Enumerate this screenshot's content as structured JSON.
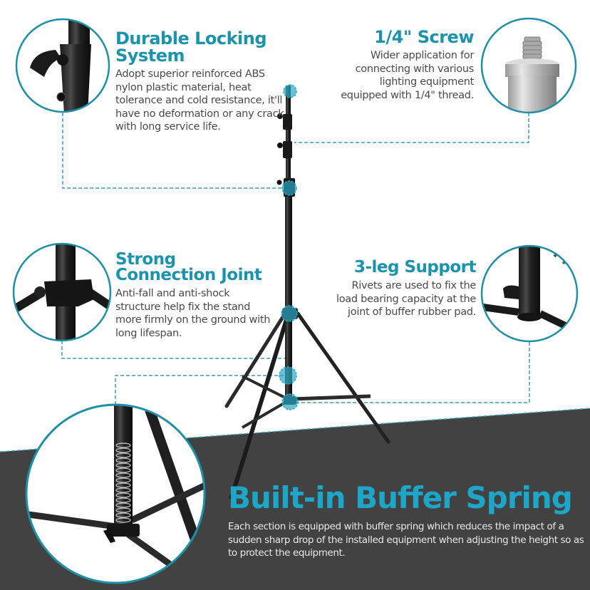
{
  "colors": {
    "accent_teal": "#1b93ad",
    "accent_teal_on_dark": "#1ea6c9",
    "dark_floor": "#424242",
    "body_text": "#4a4a4a",
    "body_text_on_dark": "#e8e8e8",
    "background": "#ffffff"
  },
  "features": {
    "locking": {
      "title": "Durable Locking System",
      "description": "Adopt superior reinforced ABS nylon plastic material, heat tolerance and cold resistance, it'll have no deformation or any crack with long service life.",
      "image": "locking-knob-closeup"
    },
    "screw": {
      "title": "1/4\" Screw",
      "description": "Wider application for connecting with various lighting equipment equipped with 1/4\" thread.",
      "image": "quarter-inch-screw-closeup"
    },
    "joint": {
      "title_line1": "Strong",
      "title_line2": "Connection Joint",
      "description": "Anti-fall and anti-shock structure help fix the stand more firmly on the ground with long lifespan.",
      "image": "connection-joint-closeup"
    },
    "leg": {
      "title": "3-leg Support",
      "description": "Rivets are used to fix the load bearing capacity at the joint of buffer rubber pad.",
      "image": "leg-support-closeup"
    },
    "spring": {
      "title": "Built-in Buffer Spring",
      "description": "Each section is equipped with buffer spring which reduces the impact of a sudden sharp drop of  the installed equipment when adjusting the height so as to protect the equipment.",
      "image": "buffer-spring-closeup"
    }
  },
  "product": {
    "name": "light-stand",
    "legs": 3,
    "sections": 4
  }
}
